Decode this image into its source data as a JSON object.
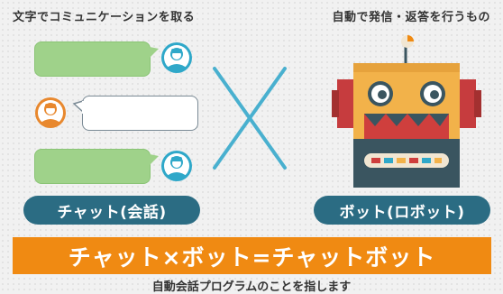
{
  "captions": {
    "left": "文字でコミュニケーションを取る",
    "right": "自動で発信・返答を行うもの"
  },
  "labels": {
    "chat": "チャット(会話)",
    "bot": "ボット(ロボット)"
  },
  "banner": "チャット×ボット=チャットボット",
  "bottom_text": "自動会話プログラムのことを指します",
  "colors": {
    "teal": "#2b6c83",
    "orange": "#f08a12",
    "bubble_green": "#9fd28a",
    "avatar_blue": "#2fa8c9",
    "avatar_orange": "#e8882e",
    "cross": "#49b0cf",
    "robot_head": "#f2b24a",
    "robot_body": "#3a5560",
    "robot_mouth": "#cf3f3d"
  },
  "icons": [
    "user-avatar-icon",
    "robot-icon",
    "cross-icon"
  ]
}
